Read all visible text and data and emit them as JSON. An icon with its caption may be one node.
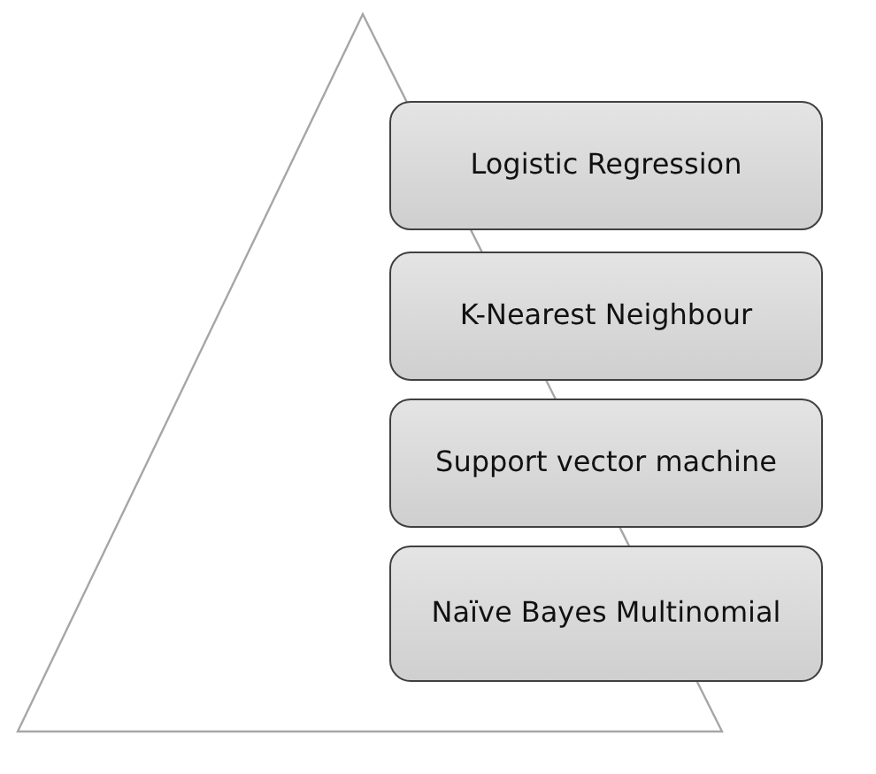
{
  "diagram": {
    "nodes": [
      {
        "text": [
          "Logistic Regression"
        ]
      },
      {
        "text": [
          "K-Nearest Neighbour"
        ]
      },
      {
        "text": [
          "Support vector machine"
        ]
      },
      {
        "text": [
          "Naïve Bayes Multinomial"
        ]
      }
    ]
  }
}
